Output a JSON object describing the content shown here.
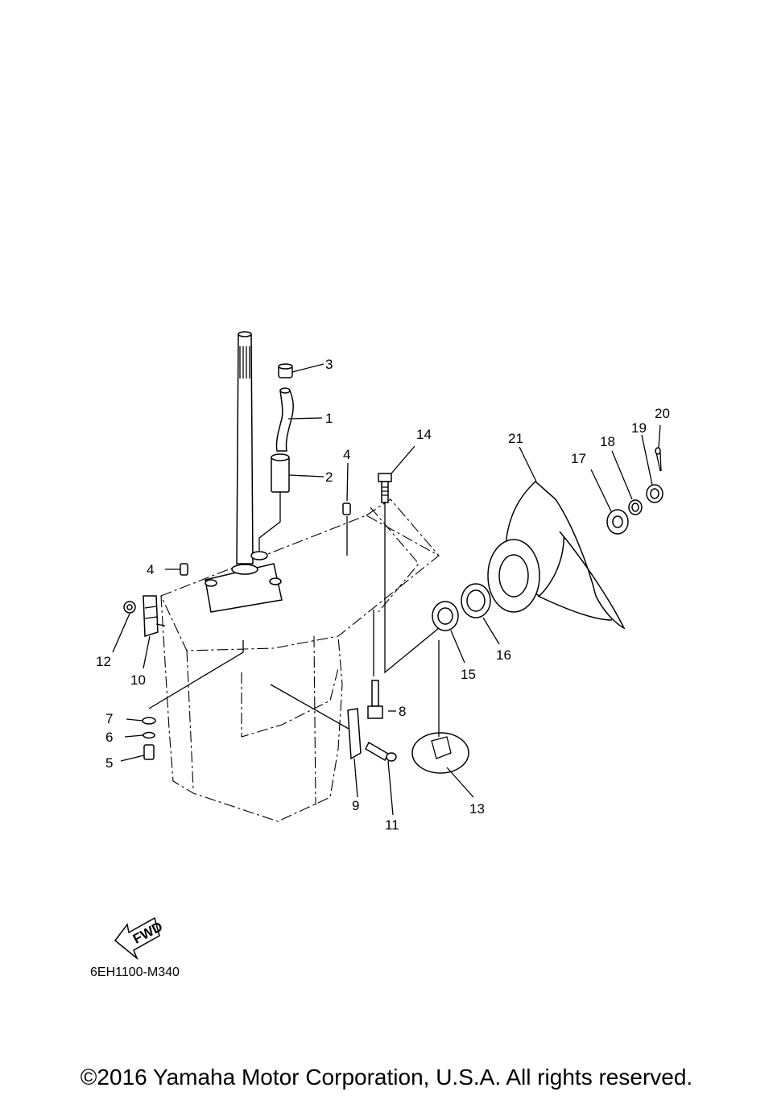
{
  "diagram": {
    "callouts": [
      "1",
      "2",
      "3",
      "4",
      "4",
      "5",
      "6",
      "7",
      "8",
      "9",
      "10",
      "11",
      "12",
      "13",
      "14",
      "15",
      "16",
      "17",
      "18",
      "19",
      "20",
      "21"
    ],
    "fwd_label": "FWD",
    "drawing_code": "6EH1100-M340",
    "copyright": "©2016 Yamaha Motor Corporation, U.S.A. All rights reserved."
  }
}
